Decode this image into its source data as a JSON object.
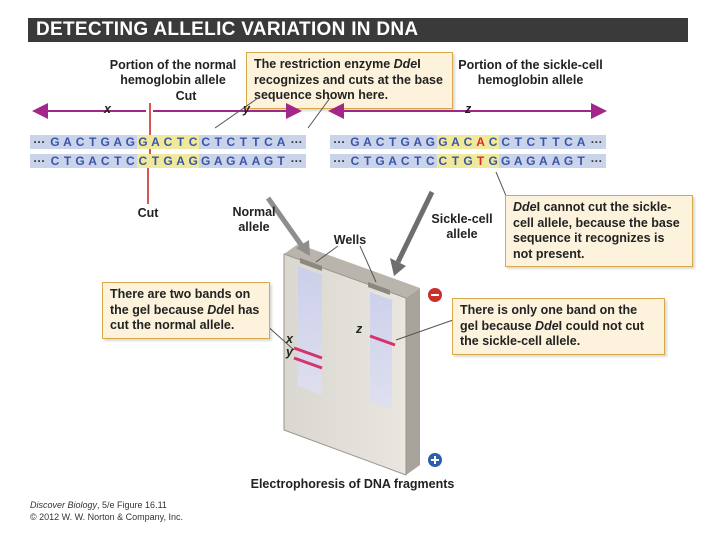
{
  "title": "DETECTING ALLELIC VARIATION IN DNA",
  "labels": {
    "normal_portion": "Portion of the normal hemoglobin allele",
    "sickle_portion": "Portion of the sickle-cell hemoglobin allele",
    "cut_top": "Cut",
    "cut_bottom": "Cut",
    "normal_allele": "Normal allele",
    "sickle_allele": "Sickle-cell allele",
    "wells": "Wells",
    "x": "x",
    "y": "y",
    "z": "z",
    "gel_x": "x",
    "gel_y": "y",
    "gel_z": "z",
    "minus": "−",
    "plus": "+",
    "caption": "Electrophoresis of DNA fragments"
  },
  "notes": {
    "enzyme": "The restriction enzyme DdeI recognizes and cuts at the base sequence shown here.",
    "cannot_cut": "DdeI cannot cut the sickle-cell allele, because the base sequence it recognizes is not present.",
    "two_bands": "There are two bands on the gel because DdeI has cut the normal allele.",
    "one_band": "There is only one band on the gel because DdeI could not cut the sickle-cell allele."
  },
  "dna": {
    "dots": "···",
    "normal_top": [
      "G",
      "A",
      "C",
      "T",
      "G",
      "A",
      "G",
      "G",
      "A",
      "C",
      "T",
      "C",
      "C",
      "T",
      "C",
      "T",
      "T",
      "C",
      "A"
    ],
    "normal_bottom": [
      "C",
      "T",
      "G",
      "A",
      "C",
      "T",
      "C",
      "C",
      "T",
      "G",
      "A",
      "G",
      "G",
      "A",
      "G",
      "A",
      "A",
      "G",
      "T"
    ],
    "sickle_top": [
      "G",
      "A",
      "C",
      "T",
      "G",
      "A",
      "G",
      "G",
      "A",
      "C",
      "A",
      "C",
      "C",
      "T",
      "C",
      "T",
      "T",
      "C",
      "A"
    ],
    "sickle_bottom": [
      "C",
      "T",
      "G",
      "A",
      "C",
      "T",
      "C",
      "C",
      "T",
      "G",
      "T",
      "G",
      "G",
      "A",
      "G",
      "A",
      "A",
      "G",
      "T"
    ]
  },
  "credit": {
    "line1": "Discover Biology, 5/e Figure 16.11",
    "line2": "© 2012 W. W. Norton & Company, Inc."
  },
  "colors": {
    "strand": "#c9d3ea",
    "base": "#3a55a8",
    "highlight": "#f0e89a",
    "mutation": "#d62b2b",
    "band": "#d6336c",
    "arrow": "#a3278a",
    "note_bg": "#fdf3dc",
    "note_border": "#d9a84a"
  }
}
